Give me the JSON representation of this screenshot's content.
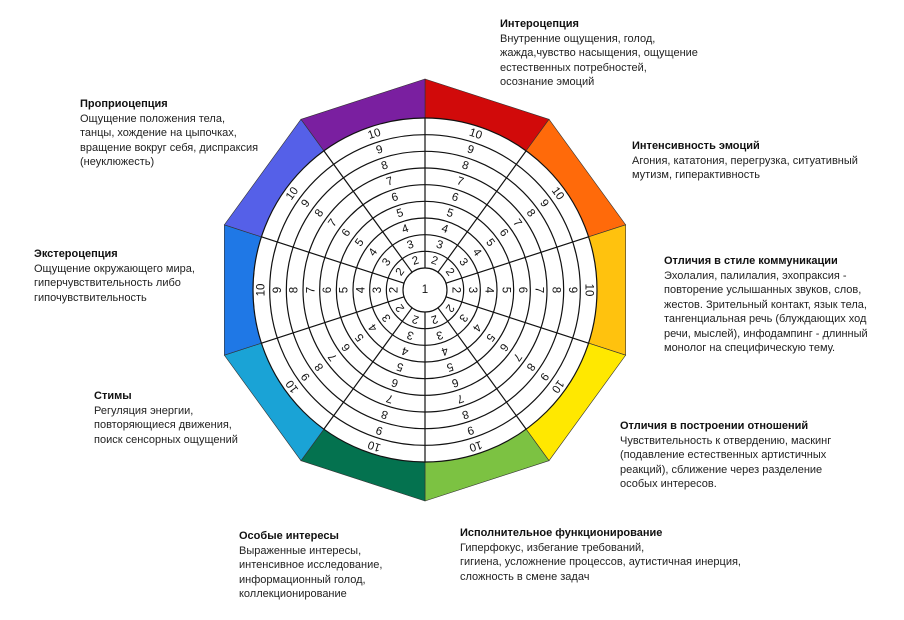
{
  "diagram": {
    "type": "autism-spectrum-wheel",
    "ring_labels": [
      "1",
      "2",
      "3",
      "4",
      "5",
      "6",
      "7",
      "8",
      "9",
      "10"
    ],
    "sectors": [
      {
        "title": "Интероцепция",
        "color": "#d10a0a",
        "lines": [
          "Внутренние ощущения, голод,",
          "жажда,чувство насыщения, ощущение",
          "естественных потребностей,",
          "осознание эмоций"
        ]
      },
      {
        "title": "Интенсивность эмоций",
        "color": "#ff6a0a",
        "lines": [
          "Агония, кататония, перегрузка, ситуативный",
          "мутизм, гиперактивность"
        ]
      },
      {
        "title": "Отличия в стиле коммуникации",
        "color": "#ffc20e",
        "lines": [
          "Эхолалия, палилалия, эхопраксия -",
          "повторение услышанных звуков, слов,",
          "жестов. Зрительный контакт, язык тела,",
          "тангенциальная речь (блуждающих ход",
          "речи, мыслей), инфодампинг - длинный",
          "монолог на специфическую тему."
        ]
      },
      {
        "title": "Отличия в построении отношений",
        "color": "#ffe800",
        "lines": [
          "Чувствительность к отвердению, маскинг",
          "(подавление естественных артистичных",
          "реакций), сближение через разделение",
          "особых интересов."
        ]
      },
      {
        "title": "Исполнительное функционирование",
        "color": "#7cc242",
        "lines": [
          "Гиперфокус, избегание требований,",
          "гигиена, усложнение процессов, аутистичная инерция,",
          "сложность в смене задач"
        ]
      },
      {
        "title": "Особые интересы",
        "color": "#04724f",
        "lines": [
          "Выраженные интересы,",
          "интенсивное исследование,",
          "информационный голод,",
          "коллекционирование"
        ]
      },
      {
        "title": "Стимы",
        "color": "#1aa3d6",
        "lines": [
          "Регуляция энергии,",
          "повторяющиеся движения,",
          "поиск сенсорных ощущений"
        ]
      },
      {
        "title": "Экстероцепция",
        "color": "#1f78e6",
        "lines": [
          "Ощущение окружающего мира,",
          "гиперчувствительность либо",
          "гипочувствительность"
        ]
      },
      {
        "title": "Проприоцепция",
        "color": "#5560e8",
        "lines": [
          "Ощущение положения тела,",
          "танцы, хождение на цыпочках,",
          "вращение вокруг себя, диспраксия",
          "(неуклюжесть)"
        ]
      },
      {
        "title": "",
        "color": "#7a1fa0",
        "lines": []
      }
    ]
  }
}
